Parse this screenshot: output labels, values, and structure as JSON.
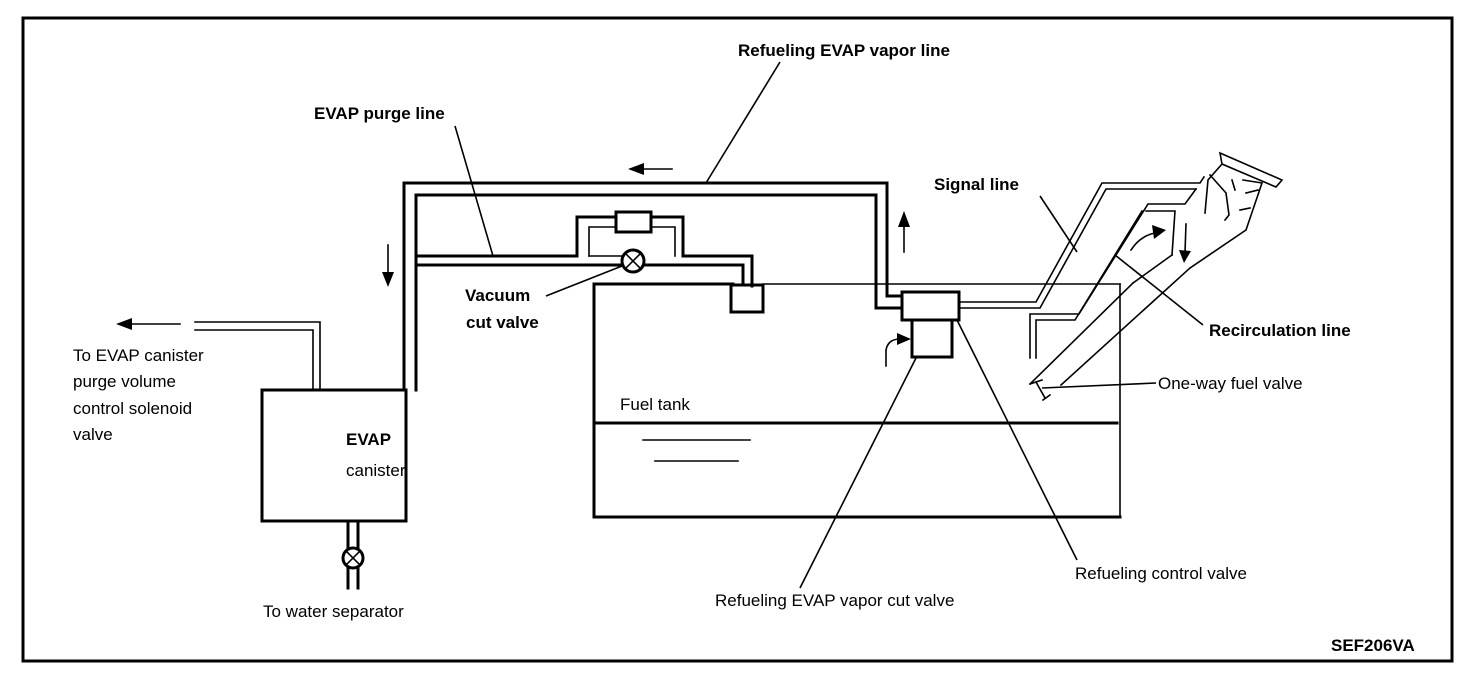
{
  "figure_id": "SEF206VA",
  "title": "EVAP canister purge / refueling EVAP vapor system",
  "labels": {
    "refueling_evap_vapor_line": "Refueling EVAP vapor line",
    "evap_purge_line": "EVAP purge line",
    "signal_line": "Signal line",
    "vacuum_cut_valve_1": "Vacuum",
    "vacuum_cut_valve_2": "cut valve",
    "to_purge_solenoid_1": "To EVAP canister",
    "to_purge_solenoid_2": "purge volume",
    "to_purge_solenoid_3": "control solenoid",
    "to_purge_solenoid_4": "valve",
    "evap_canister_1": "EVAP",
    "evap_canister_2": "canister",
    "to_water_separator": "To water separator",
    "fuel_tank": "Fuel tank",
    "recirculation_line": "Recirculation line",
    "one_way_fuel_valve": "One-way fuel valve",
    "refueling_control_valve": "Refueling control valve",
    "refueling_evap_vapor_cut_valve": "Refueling EVAP vapor cut valve"
  },
  "flow_arrows": [
    {
      "location": "refueling vapor line top",
      "direction": "left"
    },
    {
      "location": "canister inlet line",
      "direction": "down"
    },
    {
      "location": "refueling vapor line riser",
      "direction": "up"
    },
    {
      "location": "purge outlet",
      "direction": "left"
    },
    {
      "location": "vapor cut valve inlet",
      "direction": "right"
    },
    {
      "location": "filler neck recirculation",
      "direction": "right"
    },
    {
      "location": "filler neck",
      "direction": "down"
    }
  ]
}
